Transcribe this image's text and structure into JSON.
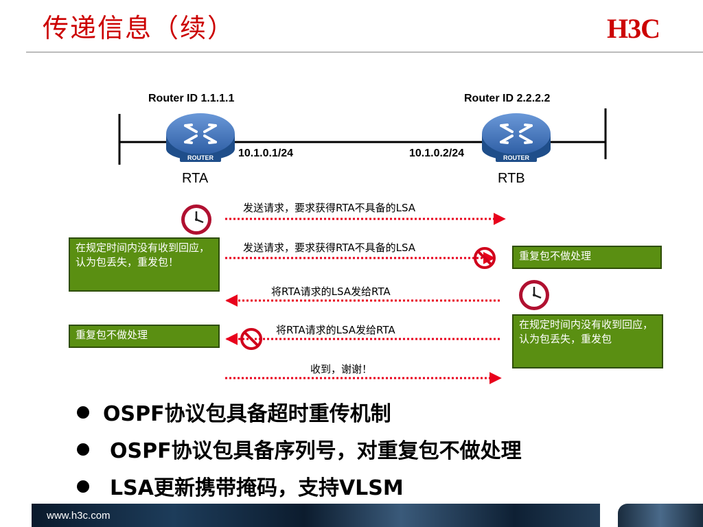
{
  "header": {
    "title": "传递信息（续）",
    "logo_text": "H3C"
  },
  "topology": {
    "router_a": {
      "router_id": "Router ID 1.1.1.1",
      "name": "RTA",
      "ip": "10.1.0.1/24",
      "badge": "ROUTER"
    },
    "router_b": {
      "router_id": "Router ID 2.2.2.2",
      "name": "RTB",
      "ip": "10.1.0.2/24",
      "badge": "ROUTER"
    }
  },
  "messages": [
    {
      "text": "发送请求，要求获得RTA不具备的LSA",
      "direction": "right",
      "dropped": false
    },
    {
      "text": "发送请求，要求获得RTA不具备的LSA",
      "direction": "right",
      "dropped": true
    },
    {
      "text": "将RTA请求的LSA发给RTA",
      "direction": "left",
      "dropped": false
    },
    {
      "text": "将RTA请求的LSA发给RTA",
      "direction": "left",
      "dropped": true
    },
    {
      "text": "收到，谢谢！",
      "direction": "right",
      "dropped": false
    }
  ],
  "notes": {
    "rta_timeout": "在规定时间内没有收到回应，认为包丢失，重发包！",
    "rtb_ignore": "重复包不做处理",
    "rta_ignore": "重复包不做处理",
    "rtb_timeout": "在规定时间内没有收到回应，认为包丢失，重发包"
  },
  "bullets": [
    "OSPF协议包具备超时重传机制",
    "OSPF协议包具备序列号，对重复包不做处理",
    "LSA更新携带掩码，支持VLSM"
  ],
  "footer": {
    "url": "www.h3c.com"
  },
  "colors": {
    "title": "#cc0000",
    "arrow": "#e8001c",
    "note_bg": "#5a8f12",
    "router": "#2a5a9a"
  },
  "icons": {
    "timer": "clock-icon",
    "drop": "prohibited-icon",
    "router": "router-icon"
  }
}
